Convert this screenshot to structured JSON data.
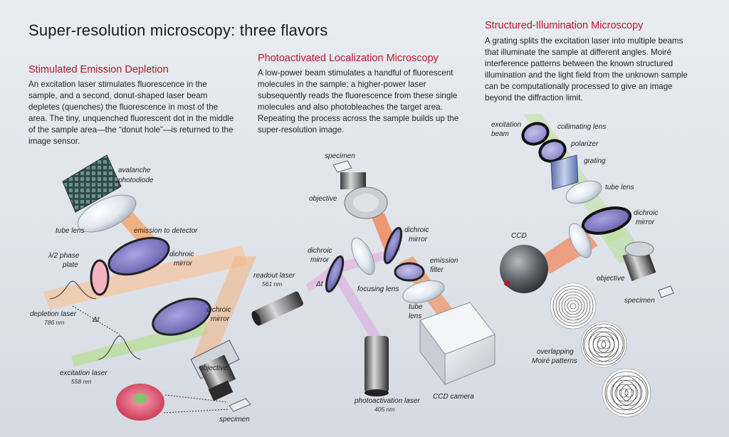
{
  "title": "Super-resolution microscopy: three flavors",
  "sections": {
    "sted": {
      "heading": "Stimulated Emission Depletion",
      "body": "An excitation laser stimulates fluorescence in the sample, and a second, donut-shaped laser beam depletes (quenches) the fluorescence in most of the area. The tiny, unquenched fluorescent dot in the middle of the sample area—the “donut hole”—is returned to the image sensor."
    },
    "palm": {
      "heading": "Photoactivated Localization Microscopy",
      "body": "A low-power beam stimulates a handful of fluorescent molecules in the sample; a higher-power laser subsequently reads the fluorescence from these single molecules and also photobleaches the target area. Repeating the process across the sample builds up the super-resolution image."
    },
    "sim": {
      "heading": "Structured-Illumination Microscopy",
      "body": "A grating splits the excitation laser into multiple beams that illuminate the sample at different angles. Moiré interference patterns between the known structured illumination and the light field from the unknown sample can be computationally processed to give an image beyond the diffraction limit."
    }
  },
  "labels": {
    "sted": {
      "avalanche1": "avalanche",
      "avalanche2": "photodiode",
      "tube_lens": "tube lens",
      "emission": "emission to detector",
      "phase1": "λ/2  phase",
      "phase2": "plate",
      "dichroic1_a": "dichroic",
      "dichroic1_b": "mirror",
      "dichroic2_a": "dichroic",
      "dichroic2_b": "mirror",
      "depletion": "depletion laser",
      "depletion_nm": "786 nm",
      "delta_t": "Δt",
      "excitation": "excitation laser",
      "excitation_nm": "558 nm",
      "objective": "objective",
      "specimen": "specimen"
    },
    "palm": {
      "specimen": "specimen",
      "objective": "objective",
      "dichroic_r1": "dichroic",
      "dichroic_r2": "mirror",
      "dichroic_l1": "dichroic",
      "dichroic_l2": "mirror",
      "readout": "readout laser",
      "readout_nm": "561 nm",
      "delta_t": "Δt",
      "focusing": "focusing lens",
      "emission1": "emission",
      "emission2": "filter",
      "tube1": "tube",
      "tube2": "lens",
      "photoact": "photoactivation laser",
      "photoact_nm": "405 nm",
      "ccd": "CCD camera"
    },
    "sim": {
      "excitation1": "excitation",
      "excitation2": "beam",
      "collimating": "collimating lens",
      "polarizer": "polarizer",
      "grating": "grating",
      "tube_lens": "tube lens",
      "dichroic1": "dichroic",
      "dichroic2": "mirror",
      "ccd": "CCD",
      "objective": "objective",
      "specimen": "specimen",
      "moire1": "overlapping",
      "moire2": "Moiré patterns"
    }
  },
  "colors": {
    "accent": "#b5172b",
    "depletion_beam": "#f0a070",
    "excitation_beam": "#9ccf7a",
    "readout_beam": "#e2a0d8",
    "emission_beam": "#f08a5d"
  }
}
